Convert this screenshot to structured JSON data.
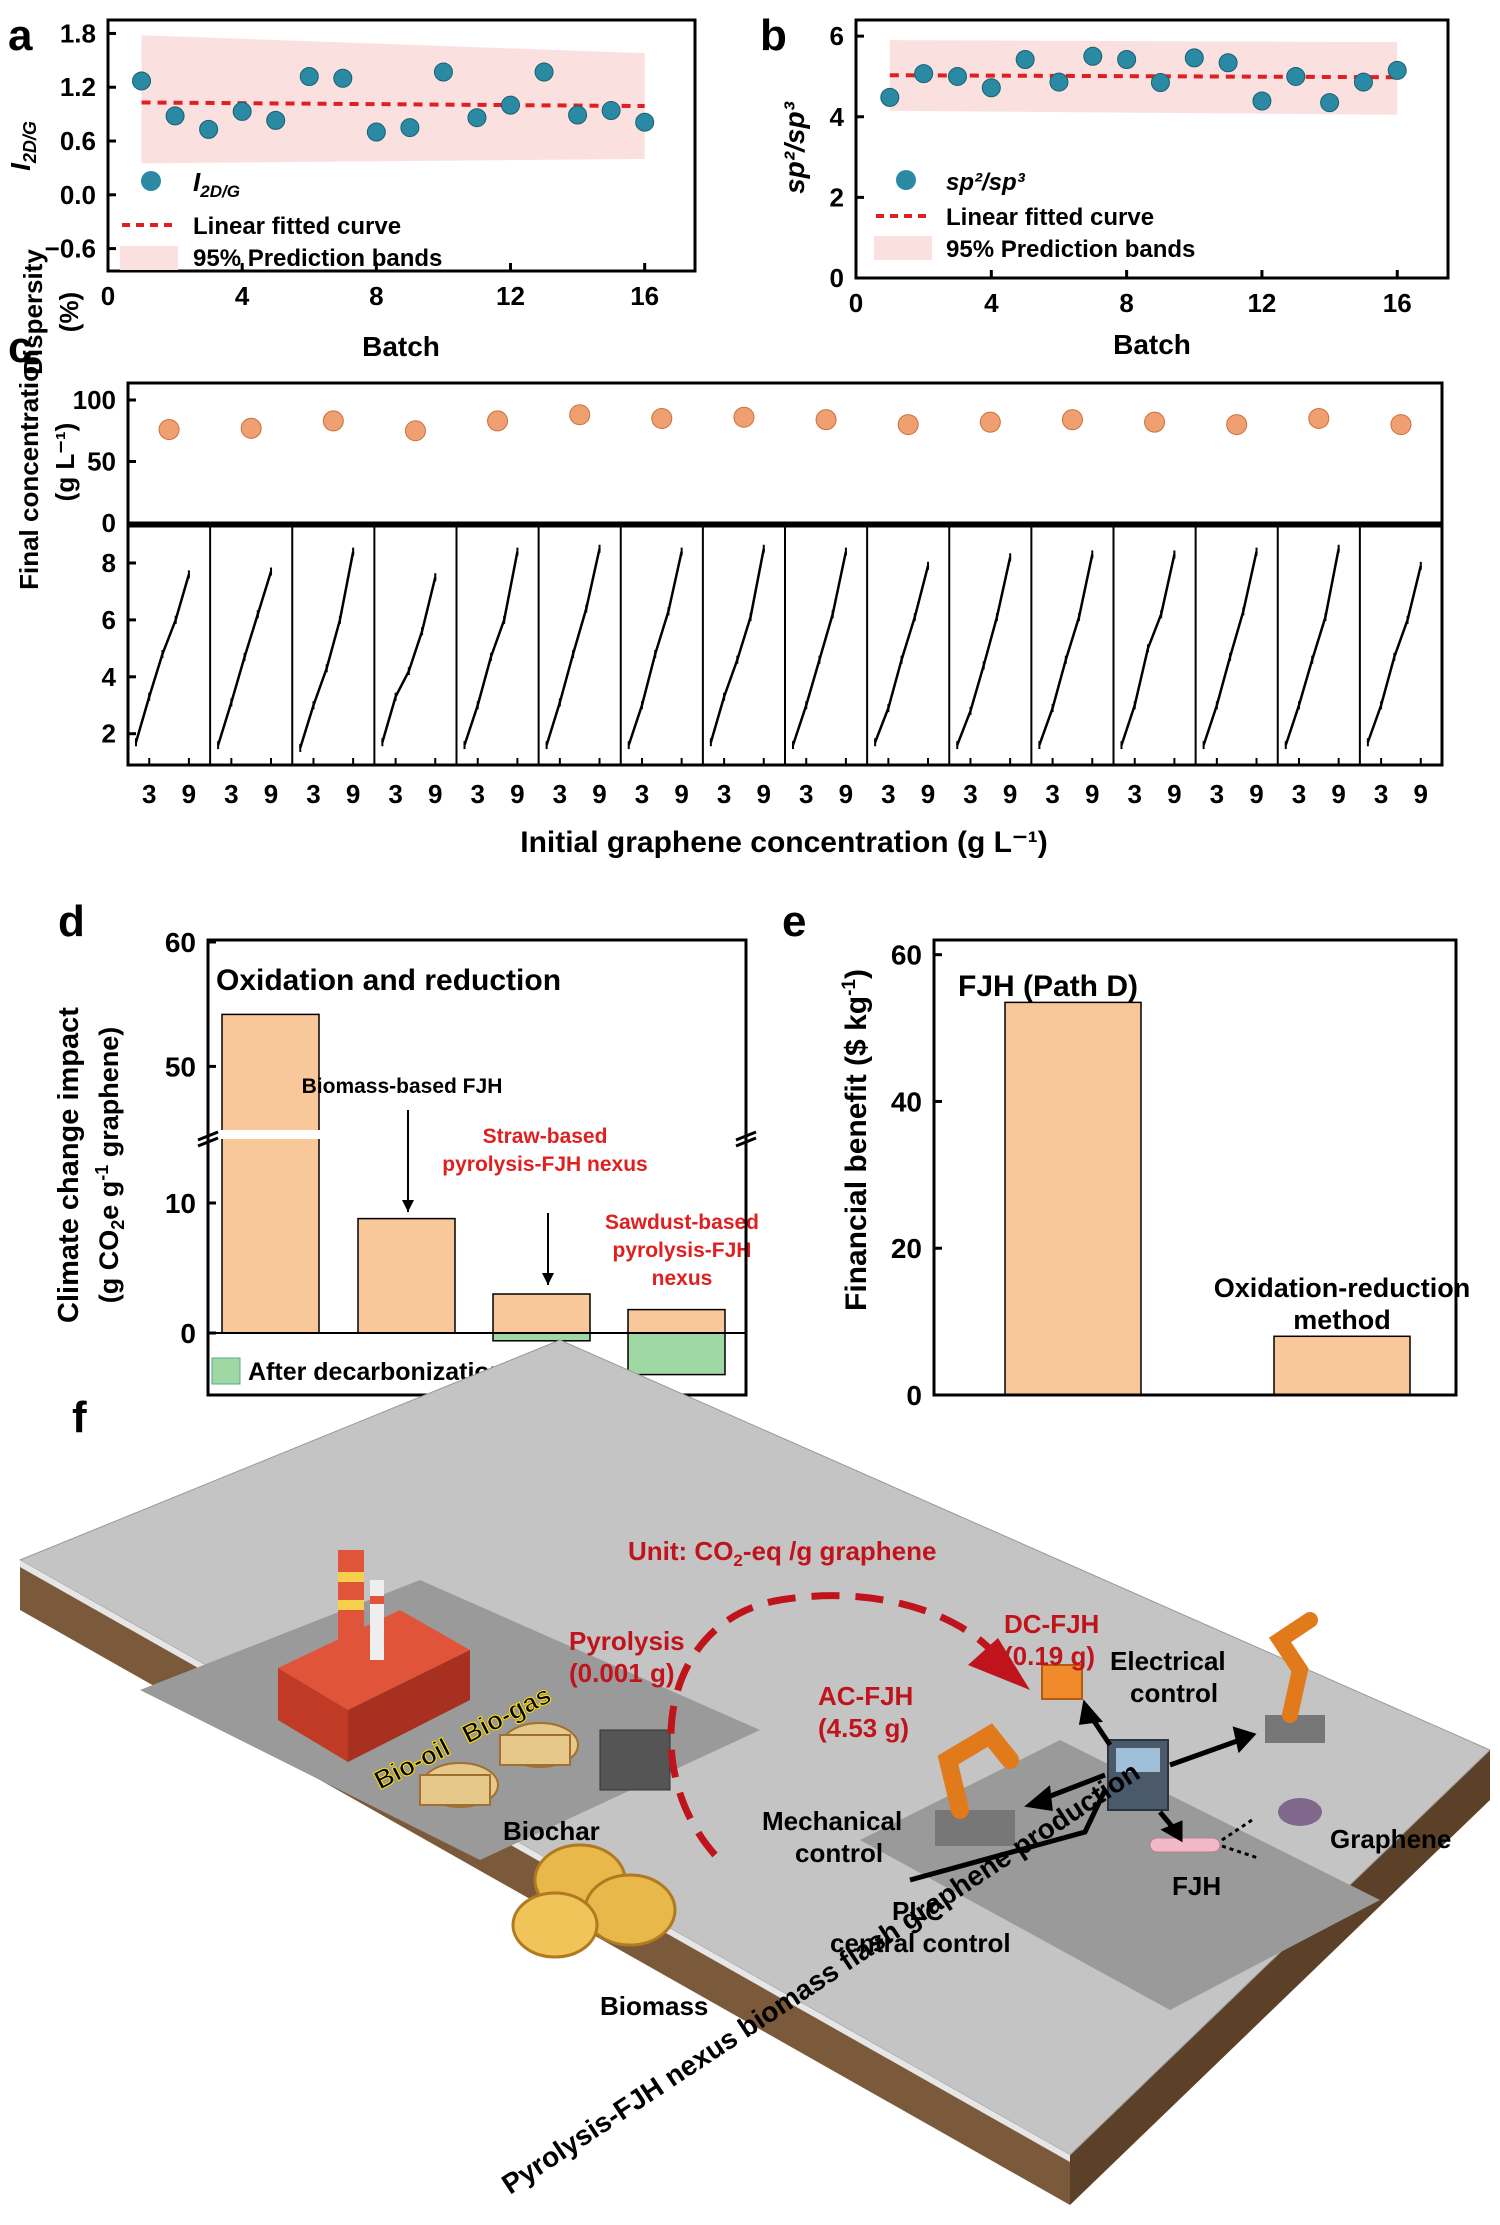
{
  "panel_labels": {
    "a": "a",
    "b": "b",
    "c": "c",
    "d": "d",
    "e": "e",
    "f": "f"
  },
  "colors": {
    "teal": "#2a8aa3",
    "orange_marker": "#f0a070",
    "bar_fill": "#f8c79a",
    "band_fill": "#fbe0e0",
    "fit_line": "#e02020",
    "green_fill": "#9fd8a3",
    "red_text": "#e02020",
    "dark_red": "#c0141c",
    "ground": "#bcbcbc",
    "soil": "#7a5a3a"
  },
  "chart_data": [
    {
      "id": "a",
      "type": "scatter",
      "xlabel": "Batch",
      "ylabel_main": "I",
      "ylabel_sub": "2D/G",
      "xlim": [
        0,
        17.5
      ],
      "ylim": [
        -0.85,
        1.95
      ],
      "xticks": [
        0,
        4,
        8,
        12,
        16
      ],
      "yticks": [
        -0.6,
        0.0,
        0.6,
        1.2,
        1.8
      ],
      "ytick_labels": [
        "−0.6",
        "0.0",
        "0.6",
        "1.2",
        "1.8"
      ],
      "x": [
        1,
        2,
        3,
        4,
        5,
        6,
        7,
        8,
        9,
        10,
        11,
        12,
        13,
        14,
        15,
        16
      ],
      "y": [
        1.27,
        0.88,
        0.73,
        0.93,
        0.83,
        1.32,
        1.3,
        0.7,
        0.75,
        1.37,
        0.86,
        1.0,
        1.37,
        0.89,
        0.94,
        0.81
      ],
      "fit": {
        "x": [
          1,
          16
        ],
        "y": [
          1.03,
          0.99
        ]
      },
      "band": {
        "x": [
          1,
          16
        ],
        "upper": [
          1.78,
          1.58
        ],
        "lower": [
          0.35,
          0.4
        ]
      },
      "legend": {
        "marker": "I",
        "marker_sub": "2D/G",
        "line": "Linear fitted curve",
        "band": "95% Prediction bands"
      }
    },
    {
      "id": "b",
      "type": "scatter",
      "xlabel": "Batch",
      "ylabel_main": "sp²/sp³",
      "xlim": [
        0,
        17.5
      ],
      "ylim": [
        0,
        6.4
      ],
      "xticks": [
        0,
        4,
        8,
        12,
        16
      ],
      "yticks": [
        0,
        2,
        4,
        6
      ],
      "ytick_labels": [
        "0",
        "2",
        "4",
        "6"
      ],
      "x": [
        1,
        2,
        3,
        4,
        5,
        6,
        7,
        8,
        9,
        10,
        11,
        12,
        13,
        14,
        15,
        16
      ],
      "y": [
        4.48,
        5.07,
        5.0,
        4.72,
        5.42,
        4.86,
        5.5,
        5.42,
        4.85,
        5.46,
        5.34,
        4.39,
        5.0,
        4.35,
        4.86,
        5.15
      ],
      "fit": {
        "x": [
          1,
          16
        ],
        "y": [
          5.03,
          4.98
        ]
      },
      "band": {
        "x": [
          1,
          16
        ],
        "upper": [
          5.9,
          5.85
        ],
        "lower": [
          4.15,
          4.05
        ]
      },
      "legend": {
        "marker": "sp²/sp³",
        "line": "Linear fitted curve",
        "band": "95% Prediction bands"
      }
    },
    {
      "id": "c_top",
      "type": "scatter",
      "ylabel": "Dispersity",
      "ylabel2": "(%)",
      "ylim": [
        0,
        100
      ],
      "yticks": [
        0,
        50,
        100
      ],
      "values": [
        76,
        77,
        83,
        75,
        83,
        88,
        85,
        86,
        84,
        80,
        82,
        84,
        82,
        80,
        85,
        80
      ]
    },
    {
      "id": "c_bottom",
      "type": "line",
      "ylabel": "Final concentration",
      "ylabel2": "(g L⁻¹)",
      "xlabel": "Initial graphene concentration (g L⁻¹)",
      "ylim": [
        0.9,
        9.3
      ],
      "yticks": [
        2,
        4,
        6,
        8
      ],
      "xticks": [
        3,
        9
      ],
      "x": [
        1,
        3,
        5,
        7,
        9,
        11
      ],
      "series": [
        {
          "values": [
            1.7,
            3.3,
            4.8,
            6.0,
            7.6
          ]
        },
        {
          "values": [
            1.6,
            3.1,
            4.7,
            6.2,
            7.7
          ]
        },
        {
          "values": [
            1.5,
            3.0,
            4.3,
            6.0,
            8.4
          ]
        },
        {
          "values": [
            1.7,
            3.3,
            4.2,
            5.6,
            7.5
          ]
        },
        {
          "values": [
            1.6,
            3.0,
            4.7,
            6.0,
            8.4
          ]
        },
        {
          "values": [
            1.6,
            3.1,
            4.8,
            6.4,
            8.5
          ]
        },
        {
          "values": [
            1.6,
            3.0,
            4.8,
            6.3,
            8.4
          ]
        },
        {
          "values": [
            1.7,
            3.3,
            4.6,
            6.1,
            8.5
          ]
        },
        {
          "values": [
            1.6,
            3.0,
            4.6,
            6.2,
            8.4
          ]
        },
        {
          "values": [
            1.7,
            2.9,
            4.6,
            6.1,
            7.9
          ]
        },
        {
          "values": [
            1.6,
            2.8,
            4.4,
            6.1,
            8.2
          ]
        },
        {
          "values": [
            1.6,
            2.9,
            4.6,
            6.1,
            8.3
          ]
        },
        {
          "values": [
            1.6,
            3.0,
            5.0,
            6.2,
            8.3
          ]
        },
        {
          "values": [
            1.6,
            3.0,
            4.7,
            6.3,
            8.4
          ]
        },
        {
          "values": [
            1.6,
            3.0,
            4.6,
            6.1,
            8.5
          ]
        },
        {
          "values": [
            1.7,
            3.0,
            4.7,
            6.0,
            7.9
          ]
        }
      ]
    },
    {
      "id": "d",
      "type": "bar",
      "title": "Oxidation and reduction",
      "ylabel1": "Climate change impact",
      "ylabel2_pre": "(g CO",
      "ylabel2_sub": "2",
      "ylabel2_mid": "e g",
      "ylabel2_sup": "-1",
      "ylabel2_post": " graphene)",
      "yticks_lower": [
        0,
        10
      ],
      "yticks_upper": [
        50,
        60
      ],
      "values": [
        54.0,
        8.8,
        3.0,
        1.8
      ],
      "decarbonized": [
        null,
        null,
        -0.6,
        -3.2
      ],
      "annotations": [
        {
          "lines": [
            "Biomass-based FJH"
          ],
          "color": "black"
        },
        {
          "lines": [
            "Straw-based",
            "pyrolysis-FJH nexus"
          ],
          "color": "red"
        },
        {
          "lines": [
            "Sawdust-based",
            "pyrolysis-FJH",
            "nexus"
          ],
          "color": "red"
        }
      ],
      "legend_green": "After decarbonization"
    },
    {
      "id": "e",
      "type": "bar",
      "title": "FJH (Path D)",
      "ylabel_pre": "Financial benefit ($ kg",
      "ylabel_sup": "-1",
      "ylabel_post": ")",
      "ylim": [
        0,
        62
      ],
      "yticks": [
        0,
        20,
        40,
        60
      ],
      "values": [
        53.5,
        8.0
      ],
      "annotation": [
        "Oxidation-reduction",
        "method"
      ]
    }
  ],
  "diagram_f": {
    "unit_pre": "Unit: CO",
    "unit_sub": "2",
    "unit_post": "-eq /g graphene",
    "pyrolysis_label": "Pyrolysis",
    "pyrolysis_value": "(0.001 g)",
    "ac_fjh_label": "AC-FJH",
    "ac_fjh_value": "(4.53 g)",
    "dc_fjh_label": "DC-FJH",
    "dc_fjh_value": "(0.19 g)",
    "electrical_control": [
      "Electrical",
      "control"
    ],
    "mechanical_control": [
      "Mechanical",
      "control"
    ],
    "plc_control": [
      "PLC",
      "central control"
    ],
    "fjh": "FJH",
    "graphene": "Graphene",
    "bio_oil": "Bio-oil",
    "bio_gas": "Bio-gas",
    "biochar": "Biochar",
    "biomass": "Biomass",
    "base_title": "Pyrolysis-FJH nexus biomass flash graphene production"
  }
}
